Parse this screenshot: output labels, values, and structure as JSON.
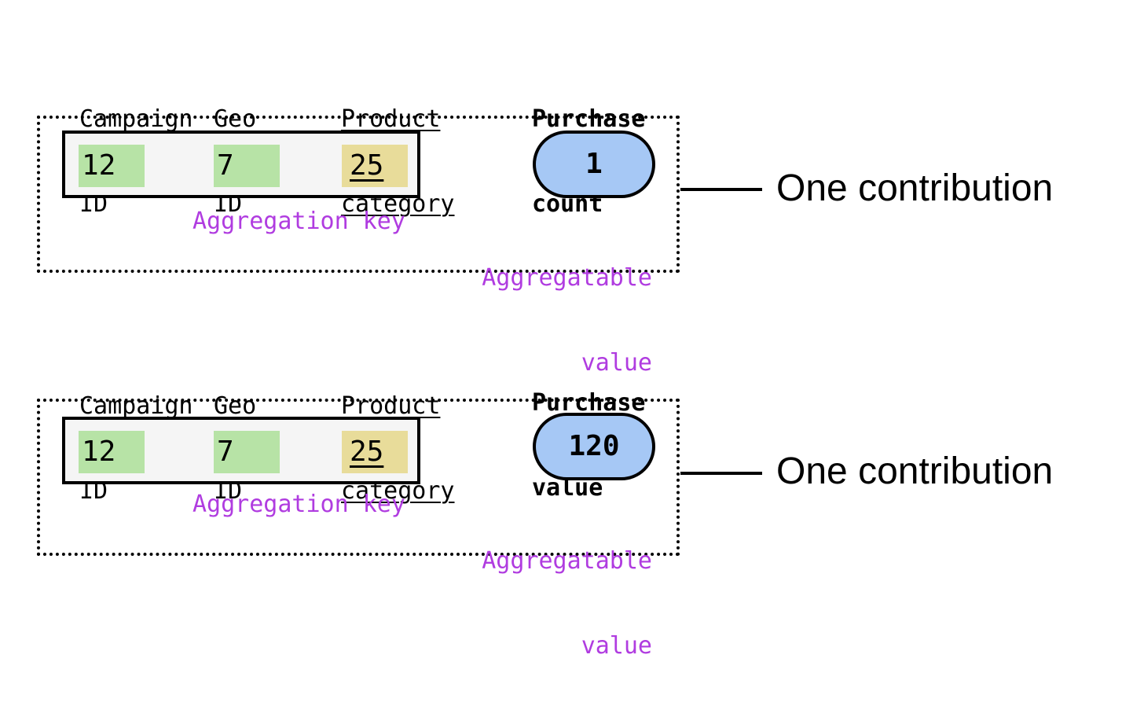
{
  "contributions": [
    {
      "headers": {
        "campaign_id": [
          "Campaign",
          "ID"
        ],
        "geo_id": [
          "Geo",
          "ID"
        ],
        "product_category": [
          "Product",
          "category"
        ],
        "metric": [
          "Purchase",
          "count"
        ]
      },
      "key_values": {
        "campaign_id": "12",
        "geo_id": "7",
        "product_category": "25"
      },
      "value": "1",
      "aggregation_key_label": "Aggregation key",
      "aggregatable_value_label": [
        "Aggregatable",
        "value"
      ],
      "contribution_label": "One contribution"
    },
    {
      "headers": {
        "campaign_id": [
          "Campaign",
          "ID"
        ],
        "geo_id": [
          "Geo",
          "ID"
        ],
        "product_category": [
          "Product",
          "category"
        ],
        "metric": [
          "Purchase",
          "value"
        ]
      },
      "key_values": {
        "campaign_id": "12",
        "geo_id": "7",
        "product_category": "25"
      },
      "value": "120",
      "aggregation_key_label": "Aggregation key",
      "aggregatable_value_label": [
        "Aggregatable",
        "value"
      ],
      "contribution_label": "One contribution"
    }
  ],
  "colors": {
    "key_cell_green": "#b7e3a6",
    "key_cell_yellow": "#e8dc9a",
    "value_pill_blue": "#a6c8f5",
    "label_purple": "#b03ce0"
  }
}
